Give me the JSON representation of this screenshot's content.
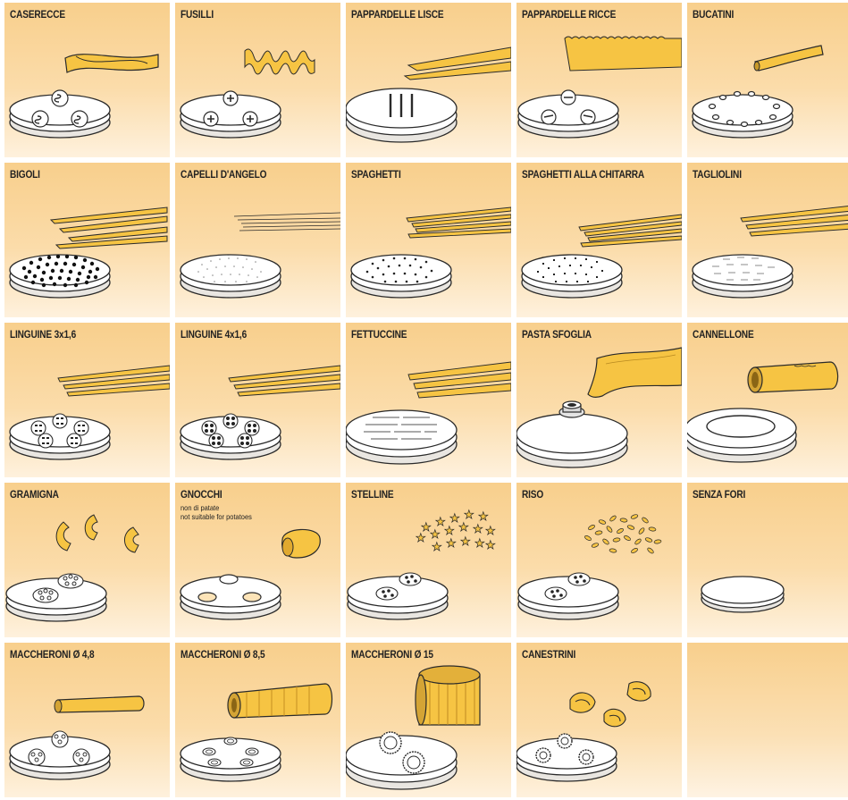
{
  "tiles": [
    {
      "label": "CASERECCE"
    },
    {
      "label": "FUSILLI"
    },
    {
      "label": "PAPPARDELLE  LISCE"
    },
    {
      "label": "PAPPARDELLE  RICCE"
    },
    {
      "label": "BUCATINI"
    },
    {
      "label": "BIGOLI"
    },
    {
      "label": "CAPELLI D'ANGELO"
    },
    {
      "label": "SPAGHETTI"
    },
    {
      "label": "SPAGHETTI ALLA CHITARRA"
    },
    {
      "label": "TAGLIOLINI"
    },
    {
      "label": "LINGUINE 3x1,6"
    },
    {
      "label": "LINGUINE 4x1,6"
    },
    {
      "label": "FETTUCCINE"
    },
    {
      "label": "PASTA SFOGLIA"
    },
    {
      "label": "CANNELLONE"
    },
    {
      "label": "GRAMIGNA"
    },
    {
      "label": "GNOCCHI",
      "note_it": "non di patate",
      "note_en": "not suitable for potatoes"
    },
    {
      "label": "STELLINE"
    },
    {
      "label": "RISO"
    },
    {
      "label": "SENZA FORI"
    },
    {
      "label": "MACCHERONI  Ø 4,8"
    },
    {
      "label": "MACCHERONI  Ø 8,5"
    },
    {
      "label": "MACCHERONI  Ø 15"
    },
    {
      "label": "CANESTRINI"
    }
  ],
  "colors": {
    "pasta": "#f6c443",
    "outline": "#2a2a2a",
    "tile_top": "#f8cf8c",
    "tile_bottom": "#fef1dd"
  }
}
